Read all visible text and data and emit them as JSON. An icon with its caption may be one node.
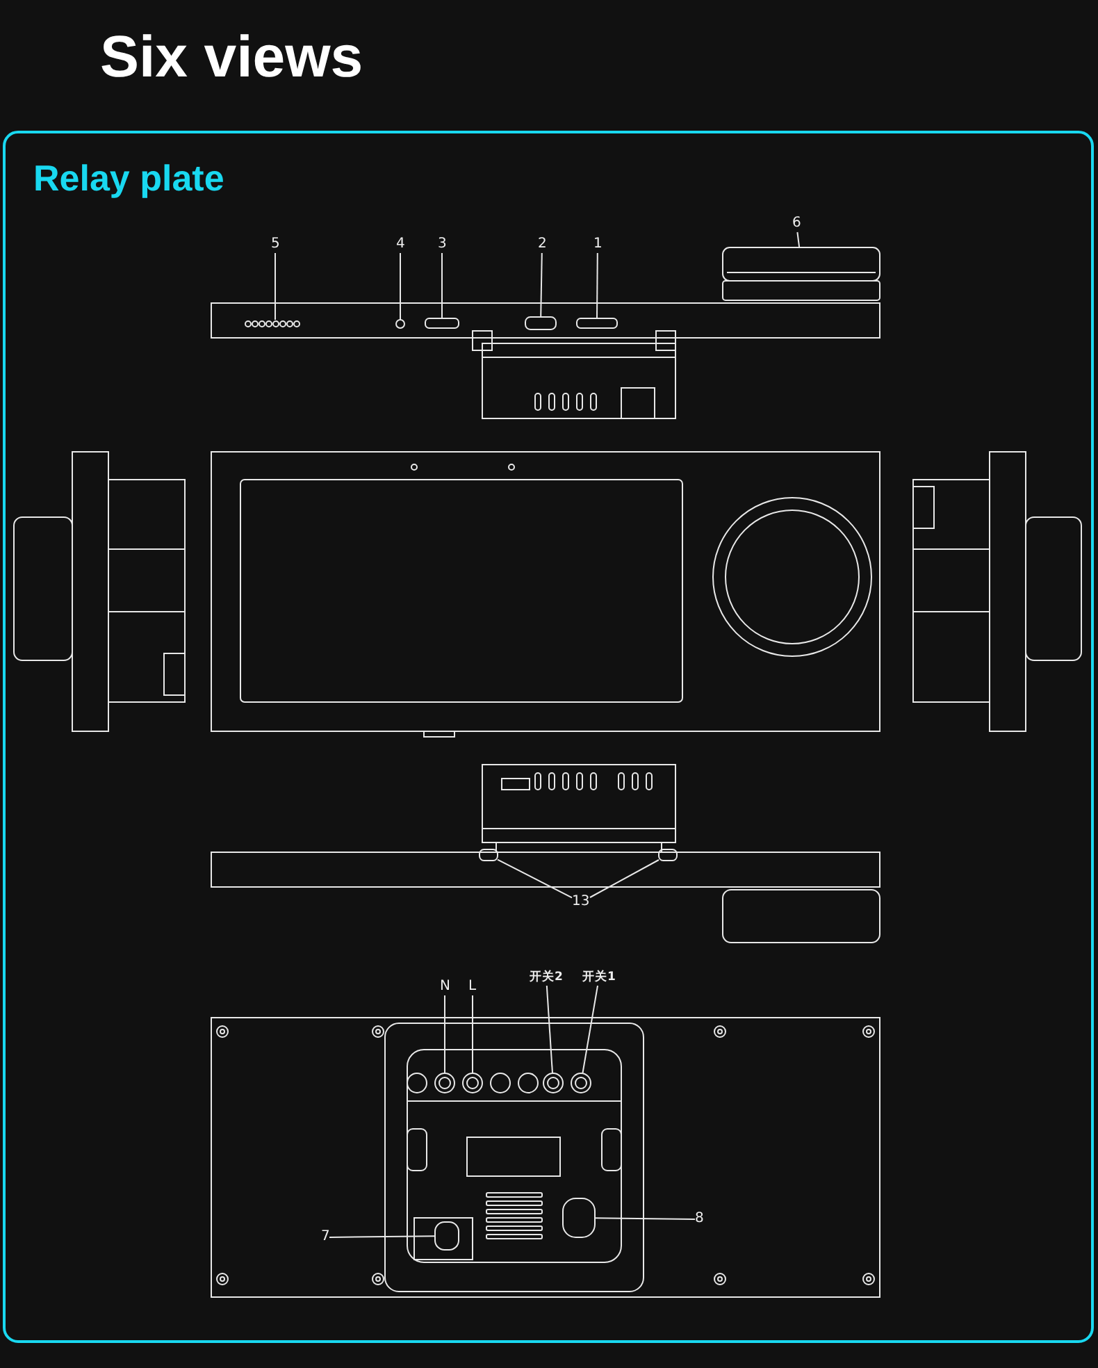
{
  "diagram": {
    "title": "Six views",
    "nodes": [
      {
        "text": [
          "5"
        ]
      },
      {
        "text": [],
        "shape": "circle"
      },
      {
        "text": [
          "4"
        ]
      },
      {
        "text": [],
        "shape": "circle"
      },
      {
        "text": [
          "3"
        ]
      },
      {
        "text": [],
        "shape": "box"
      },
      {
        "text": [
          "2"
        ]
      },
      {
        "text": [],
        "shape": "box"
      },
      {
        "text": [
          "1"
        ]
      },
      {
        "text": [],
        "shape": "box"
      },
      {
        "text": [
          "6"
        ]
      },
      {
        "text": [],
        "shape": "cylinder"
      },
      {
        "text": [
          "13"
        ]
      },
      {
        "text": [],
        "shape": "box"
      },
      {
        "text": [],
        "shape": "box"
      },
      {
        "text": [
          "N"
        ]
      },
      {
        "text": [],
        "shape": "circle"
      },
      {
        "text": [
          "L"
        ]
      },
      {
        "text": [],
        "shape": "circle"
      },
      {
        "text": [
          "开关2"
        ]
      },
      {
        "text": [],
        "shape": "circle"
      },
      {
        "text": [
          "开关1"
        ]
      },
      {
        "text": [],
        "shape": "circle"
      },
      {
        "text": [
          "7"
        ]
      },
      {
        "text": [],
        "shape": "box"
      },
      {
        "text": [
          "8"
        ]
      },
      {
        "text": [],
        "shape": "box"
      }
    ],
    "edges": [
      {
        "from": 0,
        "to": 1,
        "arrow": "none"
      },
      {
        "from": 2,
        "to": 3,
        "arrow": "none"
      },
      {
        "from": 4,
        "to": 5,
        "arrow": "none"
      },
      {
        "from": 6,
        "to": 7,
        "arrow": "none"
      },
      {
        "from": 8,
        "to": 9,
        "arrow": "none"
      },
      {
        "from": 10,
        "to": 11,
        "arrow": "none"
      },
      {
        "from": 12,
        "to": 13,
        "arrow": "none"
      },
      {
        "from": 12,
        "to": 14,
        "arrow": "none"
      },
      {
        "from": 15,
        "to": 16,
        "arrow": "none"
      },
      {
        "from": 17,
        "to": 18,
        "arrow": "none"
      },
      {
        "from": 19,
        "to": 20,
        "arrow": "none"
      },
      {
        "from": 21,
        "to": 22,
        "arrow": "none"
      },
      {
        "from": 23,
        "to": 24,
        "arrow": "none"
      },
      {
        "from": 25,
        "to": 26,
        "arrow": "none"
      }
    ],
    "labels": [
      "Relay plate"
    ]
  }
}
